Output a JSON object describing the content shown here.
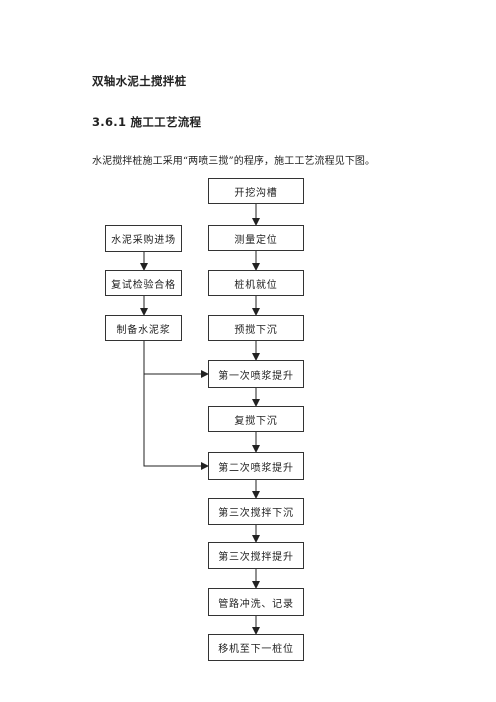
{
  "doc": {
    "title": "双轴水泥土搅拌桩",
    "section": "3.6.1 施工工艺流程",
    "intro": "水泥搅拌桩施工采用“两喷三搅”的程序，施工工艺流程见下图。"
  },
  "flow": {
    "main": [
      "开挖沟槽",
      "测量定位",
      "桩机就位",
      "预搅下沉",
      "第一次喷浆提升",
      "复搅下沉",
      "第二次喷浆提升",
      "第三次搅拌下沉",
      "第三次搅拌提升",
      "管路冲洗、记录",
      "移机至下一桩位"
    ],
    "side": [
      "水泥采购进场",
      "复试检验合格",
      "制备水泥浆"
    ]
  }
}
